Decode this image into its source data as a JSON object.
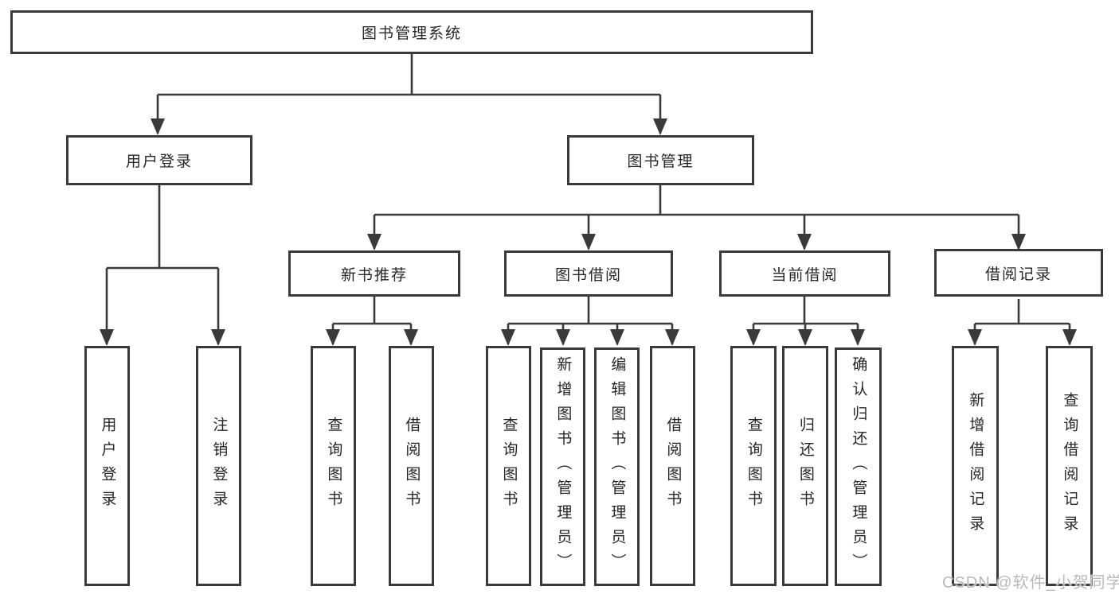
{
  "colors": {
    "background": "#ffffff",
    "box_fill": "#ffffff",
    "box_border": "#3a3a3a",
    "line": "#3a3a3a",
    "text": "#262626",
    "watermark": "#b9b9b9"
  },
  "watermark": {
    "text": "CSDN @软件_小贺同学"
  },
  "tree": {
    "label": "图书管理系统",
    "children": [
      {
        "label": "用户登录",
        "children": [
          {
            "label": "用户登录"
          },
          {
            "label": "注销登录"
          }
        ]
      },
      {
        "label": "图书管理",
        "children": [
          {
            "label": "新书推荐",
            "children": [
              {
                "label": "查询图书"
              },
              {
                "label": "借阅图书"
              }
            ]
          },
          {
            "label": "图书借阅",
            "children": [
              {
                "label": "查询图书"
              },
              {
                "label": "新增图书（管理员）"
              },
              {
                "label": "编辑图书（管理员）"
              },
              {
                "label": "借阅图书"
              }
            ]
          },
          {
            "label": "当前借阅",
            "children": [
              {
                "label": "查询图书"
              },
              {
                "label": "归还图书"
              },
              {
                "label": "确认归还（管理员）"
              }
            ]
          },
          {
            "label": "借阅记录",
            "children": [
              {
                "label": "新增借阅记录"
              },
              {
                "label": "查询借阅记录"
              }
            ]
          }
        ]
      }
    ]
  }
}
